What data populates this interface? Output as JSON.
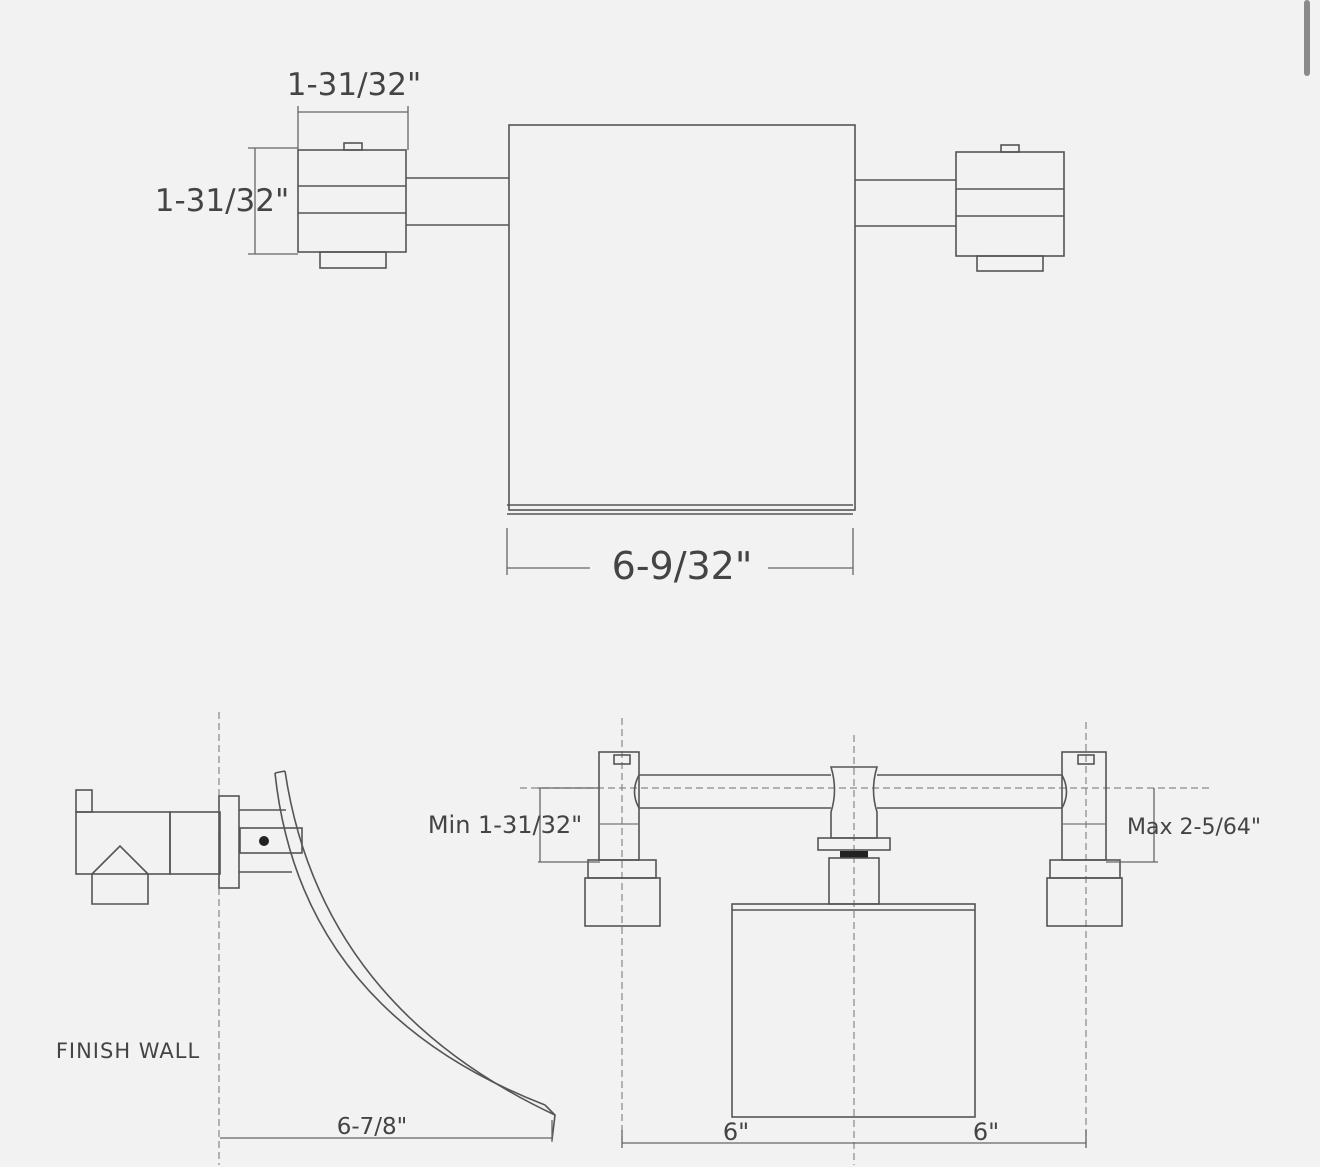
{
  "top_view": {
    "handle_width_label": "1-31/32\"",
    "handle_height_label": "1-31/32\"",
    "spout_width_label": "6-9/32\""
  },
  "side_view": {
    "finish_wall_label": "FINISH WALL",
    "projection_label": "6-7/8\""
  },
  "front_view": {
    "min_height_label": "Min 1-31/32\"",
    "max_height_label": "Max 2-5/64\"",
    "left_spacing_label": "6\"",
    "right_spacing_label": "6\""
  }
}
